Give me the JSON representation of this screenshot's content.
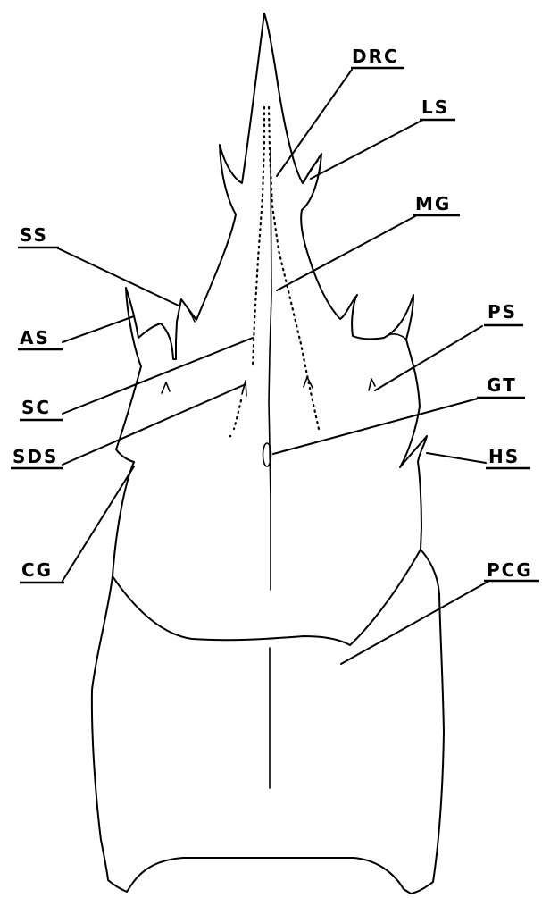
{
  "labels": {
    "drc": "DRC",
    "ls": "LS",
    "mg": "MG",
    "ss": "SS",
    "as": "AS",
    "ps": "PS",
    "sc": "SC",
    "gt": "GT",
    "sds": "SDS",
    "hs": "HS",
    "cg": "CG",
    "pcg": "PCG"
  },
  "colors": {
    "ink": "#000000",
    "background": "#ffffff"
  }
}
